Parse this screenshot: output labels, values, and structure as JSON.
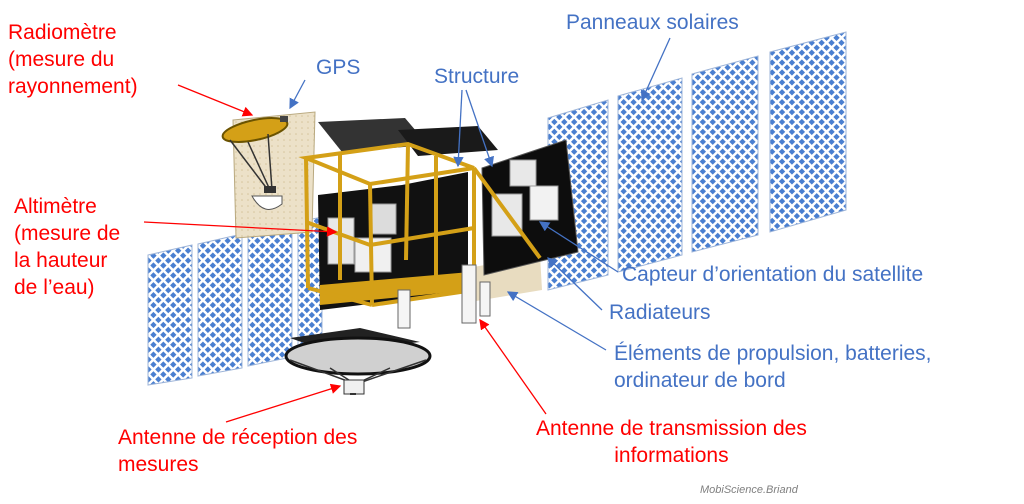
{
  "diagram": {
    "labels": {
      "radiometre": [
        "Radiomètre",
        "(mesure du",
        "rayonnement)"
      ],
      "gps": "GPS",
      "structure": "Structure",
      "panneaux": "Panneaux solaires",
      "altimetre": [
        "Altimètre",
        "(mesure de",
        "la hauteur",
        "de l’eau)"
      ],
      "capteur": "Capteur d’orientation du satellite",
      "radiateurs": "Radiateurs",
      "elements": [
        "Éléments de propulsion, batteries,",
        "ordinateur de bord"
      ],
      "antenne_reception": [
        "Antenne de réception des",
        "mesures"
      ],
      "antenne_transmission": [
        "Antenne de transmission des",
        "informations"
      ]
    },
    "credit": "MobiScience.Briand",
    "colors": {
      "label_red": "#ff0000",
      "label_blue": "#4472c4",
      "frame_gold": "#d4a017",
      "body_black": "#111111",
      "panel_blue": "#4a7fd0"
    }
  }
}
